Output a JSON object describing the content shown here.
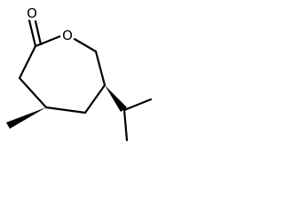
{
  "molecule": {
    "atoms": [
      {
        "id": "o_carbonyl",
        "label": "O"
      },
      {
        "id": "o_ring",
        "label": "O"
      }
    ],
    "stereo": [
      "wedge",
      "wedge"
    ],
    "colors": {
      "bond": "#000000",
      "background": "#ffffff"
    }
  }
}
